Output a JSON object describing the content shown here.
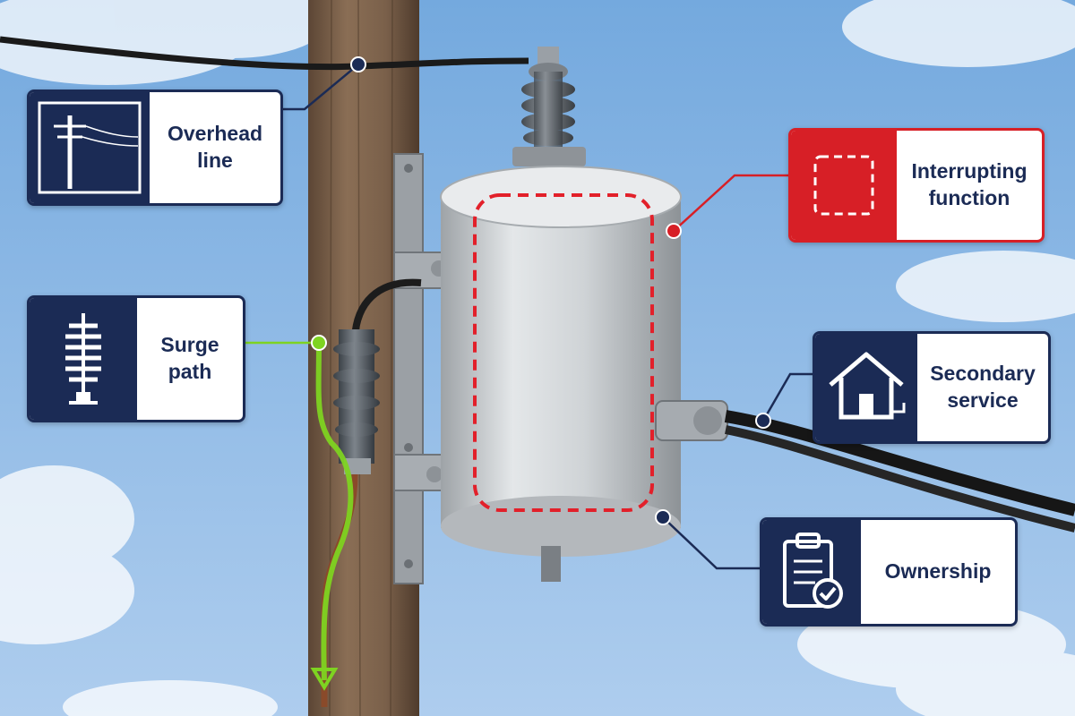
{
  "scene": {
    "description_items": [
      "utility-pole",
      "pole-mounted-transformer",
      "surge-arrester",
      "secondary-cables",
      "overhead-line"
    ],
    "colors": {
      "sky_top": "#7fb0e0",
      "sky_bottom": "#b9d4ef",
      "navy": "#1b2b55",
      "red": "#d71f26",
      "green": "#7ed321",
      "pole": "#7a6048",
      "transformer": "#cfd3d6"
    }
  },
  "callouts": {
    "overhead_line": {
      "label": "Overhead\nline",
      "icon": "utility-pole-icon"
    },
    "interrupting_function": {
      "label": "Interrupting\nfunction",
      "icon": "dashed-box-icon"
    },
    "surge_path": {
      "label": "Surge\npath",
      "icon": "arrester-icon"
    },
    "secondary_service": {
      "label": "Secondary\nservice",
      "icon": "house-icon"
    },
    "ownership": {
      "label": "Ownership",
      "icon": "clipboard-check-icon"
    }
  }
}
